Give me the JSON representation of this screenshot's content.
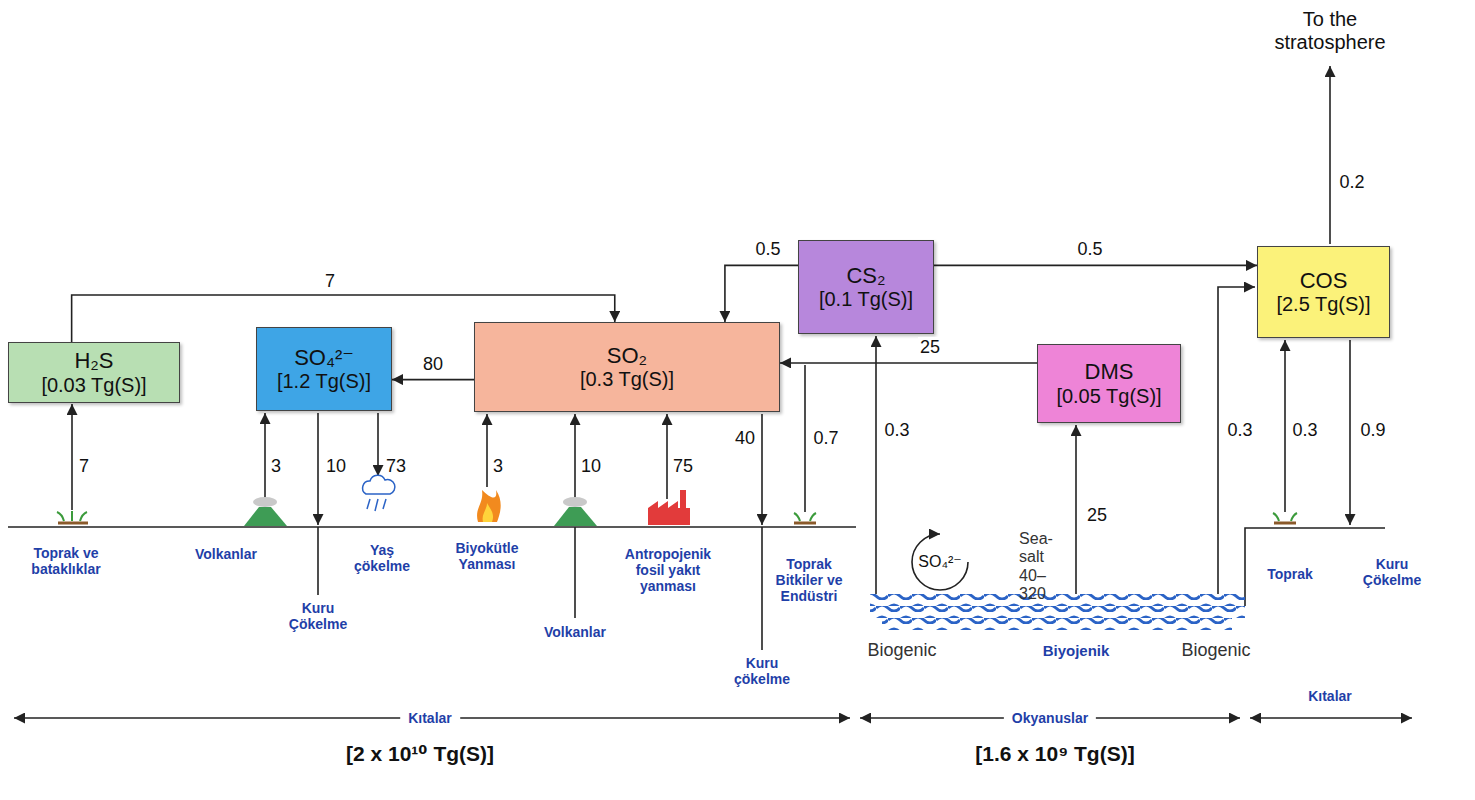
{
  "diagram": {
    "nodes": [
      {
        "text": [
          "H₂S",
          "[0.03 Tg(S)]"
        ]
      },
      {
        "text": [
          "SO₄²⁻",
          "[1.2 Tg(S)]"
        ]
      },
      {
        "text": [
          "SO₂",
          "[0.3 Tg(S)]"
        ]
      },
      {
        "text": [
          "CS₂",
          "[0.1 Tg(S)]"
        ]
      },
      {
        "text": [
          "DMS",
          "[0.05 Tg(S)]"
        ]
      },
      {
        "text": [
          "COS",
          "[2.5 Tg(S)]"
        ]
      }
    ],
    "edges": [
      {
        "from": 0,
        "to": 2,
        "arrow": "to",
        "label": "7"
      },
      {
        "from": 2,
        "to": 1,
        "arrow": "to",
        "label": "80"
      },
      {
        "from": 3,
        "to": 2,
        "arrow": "to",
        "label": "0.5"
      },
      {
        "from": 3,
        "to": 5,
        "arrow": "to",
        "label": "0.5"
      },
      {
        "from": 4,
        "to": 2,
        "arrow": "to",
        "label": "25"
      }
    ],
    "labels": [
      "To the stratosphere",
      "0.2",
      "7",
      "3",
      "10",
      "73",
      "3",
      "10",
      "75",
      "40",
      "0.7",
      "0.3",
      "0.3",
      "0.3",
      "0.9",
      "SO₄²⁻",
      "Sea- salt 40–320",
      "25",
      "Toprak ve bataklıklar",
      "Volkanlar",
      "Yaş çökelme",
      "Biyokütle Yanması",
      "Antropojenik fosil yakıt yanması",
      "Kuru Çökelme",
      "Toprak Bitkiler ve Endüstri",
      "Volkanlar",
      "Kuru çökelme",
      "Biogenic",
      "Biyojenik",
      "Biogenic",
      "Toprak",
      "Kuru Çökelme",
      "Kıtalar",
      "[2 x 10¹⁰ Tg(S)]",
      "Okyanuslar",
      "[1.6 x 10⁹ Tg(S)]",
      "Kıtalar"
    ]
  }
}
